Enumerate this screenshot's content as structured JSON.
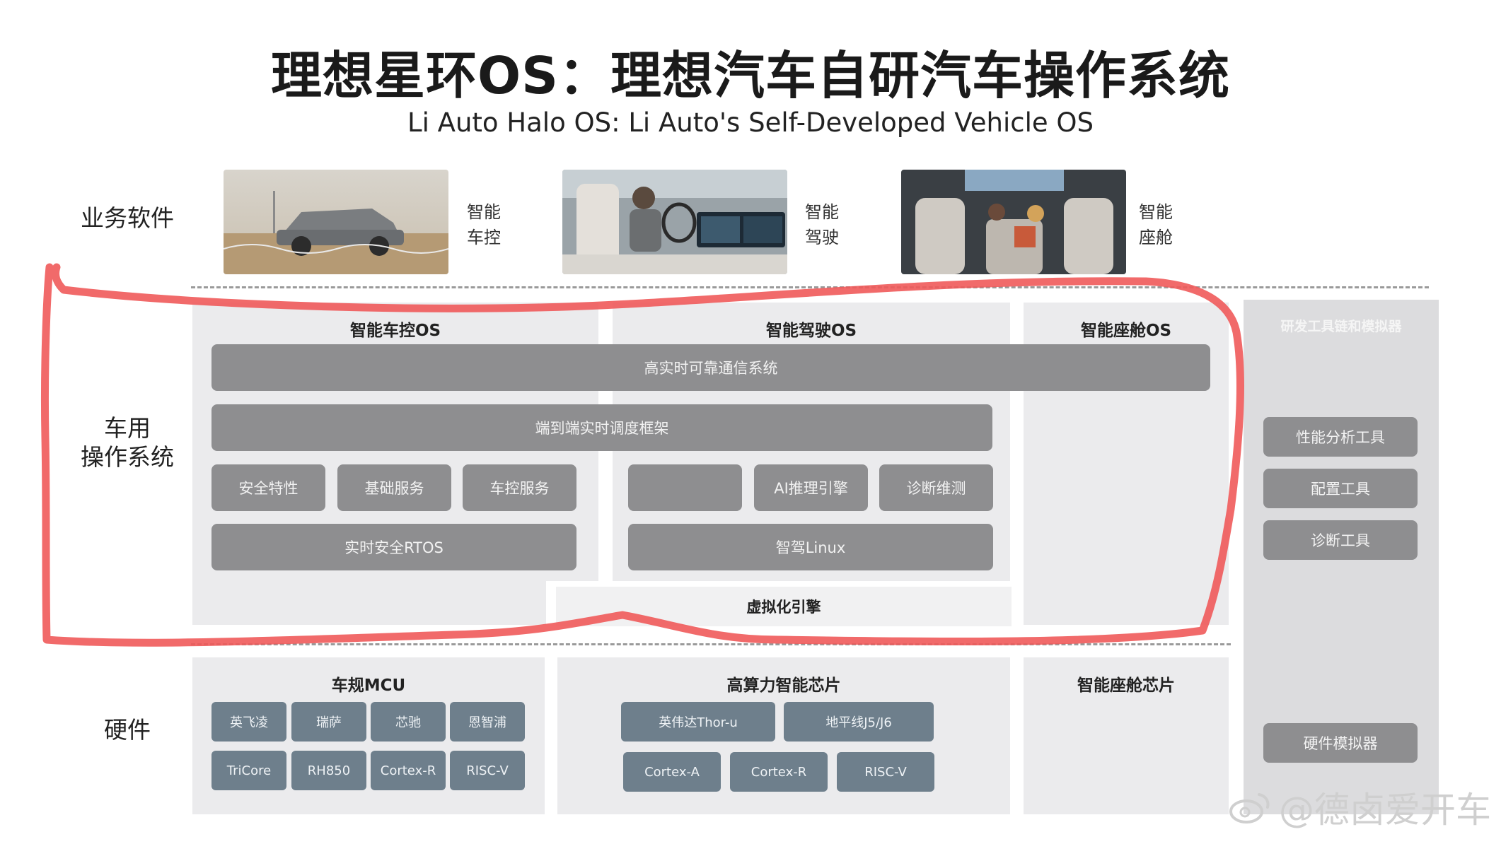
{
  "title": "理想星环OS：理想汽车自研汽车操作系统",
  "subtitle": "Li Auto Halo OS: Li Auto's Self-Developed Vehicle OS",
  "rows": {
    "business": "业务软件",
    "os": "车用\n操作系统",
    "hardware": "硬件"
  },
  "business_items": [
    {
      "label": "智能\n车控"
    },
    {
      "label": "智能\n驾驶"
    },
    {
      "label": "智能\n座舱"
    }
  ],
  "os_panels": {
    "vehicle": "智能车控OS",
    "driving": "智能驾驶OS",
    "cockpit": "智能座舱OS"
  },
  "os_bars": {
    "comm": "高实时可靠通信系统",
    "sched": "端到端实时调度框架"
  },
  "vehicle_modules": [
    "安全特性",
    "基础服务",
    "车控服务"
  ],
  "vehicle_rtos": "实时安全RTOS",
  "driving_modules": [
    "",
    "AI推理引擎",
    "诊断维测"
  ],
  "driving_linux": "智驾Linux",
  "virtualization": "虚拟化引擎",
  "tools": {
    "title": "研发工具链和模拟器",
    "items": [
      "性能分析工具",
      "配置工具",
      "诊断工具"
    ],
    "hw_sim": "硬件模拟器"
  },
  "hardware": {
    "mcu": {
      "title": "车规MCU",
      "row1": [
        "英飞凌",
        "瑞萨",
        "芯驰",
        "恩智浦"
      ],
      "row2": [
        "TriCore",
        "RH850",
        "Cortex-R",
        "RISC-V"
      ]
    },
    "soc": {
      "title": "高算力智能芯片",
      "row1": [
        "英伟达Thor-u",
        "地平线J5/J6"
      ],
      "row2": [
        "Cortex-A",
        "Cortex-R",
        "RISC-V"
      ]
    },
    "cockpit": {
      "title": "智能座舱芯片"
    }
  },
  "watermark": "@德卤爱开车",
  "colors": {
    "module_gray": "#8e8e90",
    "chip_slate": "#6e7f8c",
    "panel": "#ebebed",
    "annotation_red": "#f05a5a"
  }
}
